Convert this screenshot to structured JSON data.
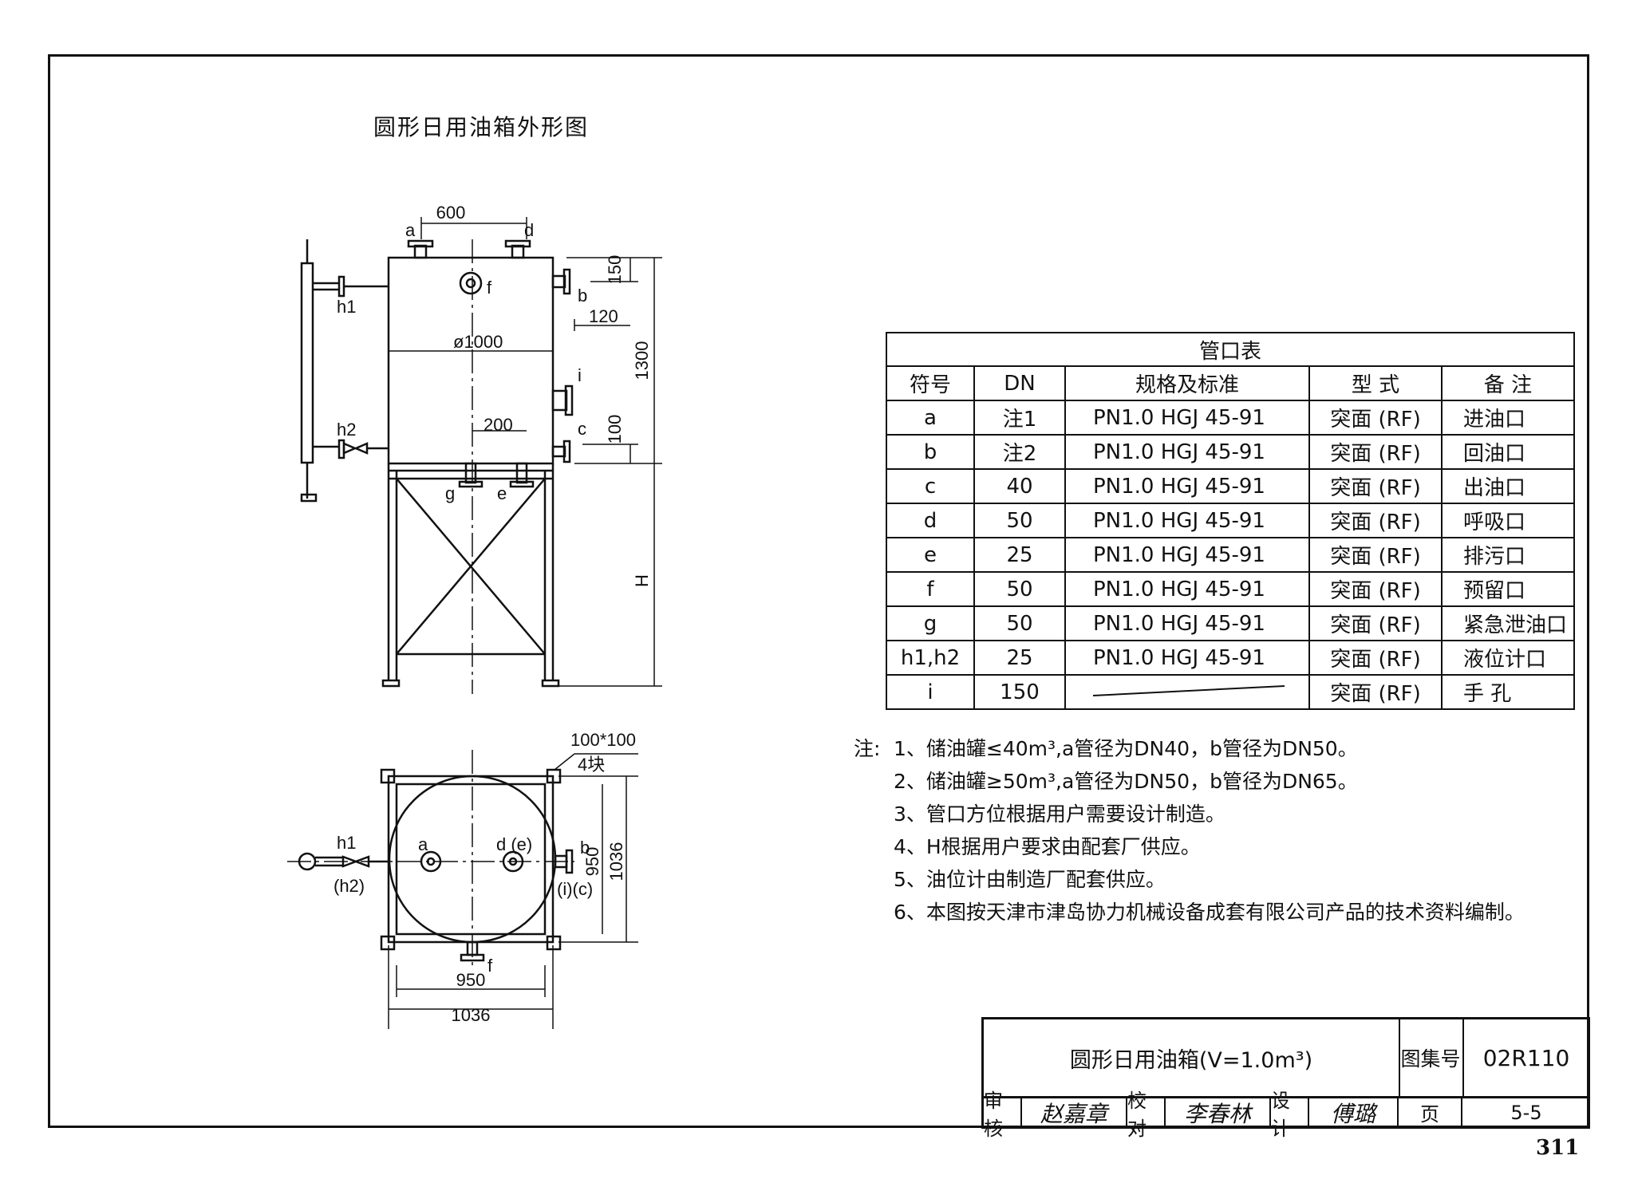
{
  "drawing_title": "圆形日用油箱外形图",
  "elevation": {
    "dim_top": "600",
    "dim_150": "150",
    "dim_120": "120",
    "dim_1300": "1300",
    "dim_diameter": "ø1000",
    "dim_200": "200",
    "dim_100": "100",
    "dim_H": "H",
    "labels": {
      "a": "a",
      "d": "d",
      "f": "f",
      "b": "b",
      "i": "i",
      "c": "c",
      "h1": "h1",
      "h2": "h2",
      "g": "g",
      "e": "e"
    }
  },
  "plan": {
    "pad_size": "100*100",
    "pad_count": "4块",
    "dim_950_bottom": "950",
    "dim_1036_bottom": "1036",
    "dim_950_right": "950",
    "dim_1036_right": "1036",
    "labels": {
      "h1": "h1",
      "h2": "(h2)",
      "a": "a",
      "de": "d (e)",
      "b": "b",
      "ic": "(i)(c)",
      "f": "f"
    }
  },
  "pipe_table": {
    "caption": "管口表",
    "headers": [
      "符号",
      "DN",
      "规格及标准",
      "型 式",
      "备 注"
    ],
    "rows": [
      [
        "a",
        "注1",
        "PN1.0   HGJ 45-91",
        "突面 (RF)",
        "进油口"
      ],
      [
        "b",
        "注2",
        "PN1.0   HGJ 45-91",
        "突面 (RF)",
        "回油口"
      ],
      [
        "c",
        "40",
        "PN1.0   HGJ 45-91",
        "突面 (RF)",
        "出油口"
      ],
      [
        "d",
        "50",
        "PN1.0   HGJ 45-91",
        "突面 (RF)",
        "呼吸口"
      ],
      [
        "e",
        "25",
        "PN1.0   HGJ 45-91",
        "突面 (RF)",
        "排污口"
      ],
      [
        "f",
        "50",
        "PN1.0   HGJ 45-91",
        "突面 (RF)",
        "预留口"
      ],
      [
        "g",
        "50",
        "PN1.0   HGJ 45-91",
        "突面 (RF)",
        "紧急泄油口"
      ],
      [
        "h1,h2",
        "25",
        "PN1.0   HGJ 45-91",
        "突面 (RF)",
        "液位计口"
      ],
      [
        "i",
        "150",
        "",
        "突面 (RF)",
        "手  孔"
      ]
    ]
  },
  "notes": {
    "lead": "注:",
    "items": [
      "1、储油罐≤40m³,a管径为DN40，b管径为DN50。",
      "2、储油罐≥50m³,a管径为DN50，b管径为DN65。",
      "3、管口方位根据用户需要设计制造。",
      "4、H根据用户要求由配套厂供应。",
      "5、油位计由制造厂配套供应。",
      "6、本图按天津市津岛协力机械设备成套有限公司产品的技术资料编制。"
    ]
  },
  "title_block": {
    "name": "圆形日用油箱(V=1.0m³)",
    "atlas_label": "图集号",
    "atlas_value": "02R110",
    "review_label": "审核",
    "review_sig": "赵嘉章",
    "check_label": "校对",
    "check_sig": "李春林",
    "design_label": "设计",
    "design_sig": "傅璐",
    "page_label": "页",
    "page_value": "5-5"
  },
  "page_number": "311"
}
